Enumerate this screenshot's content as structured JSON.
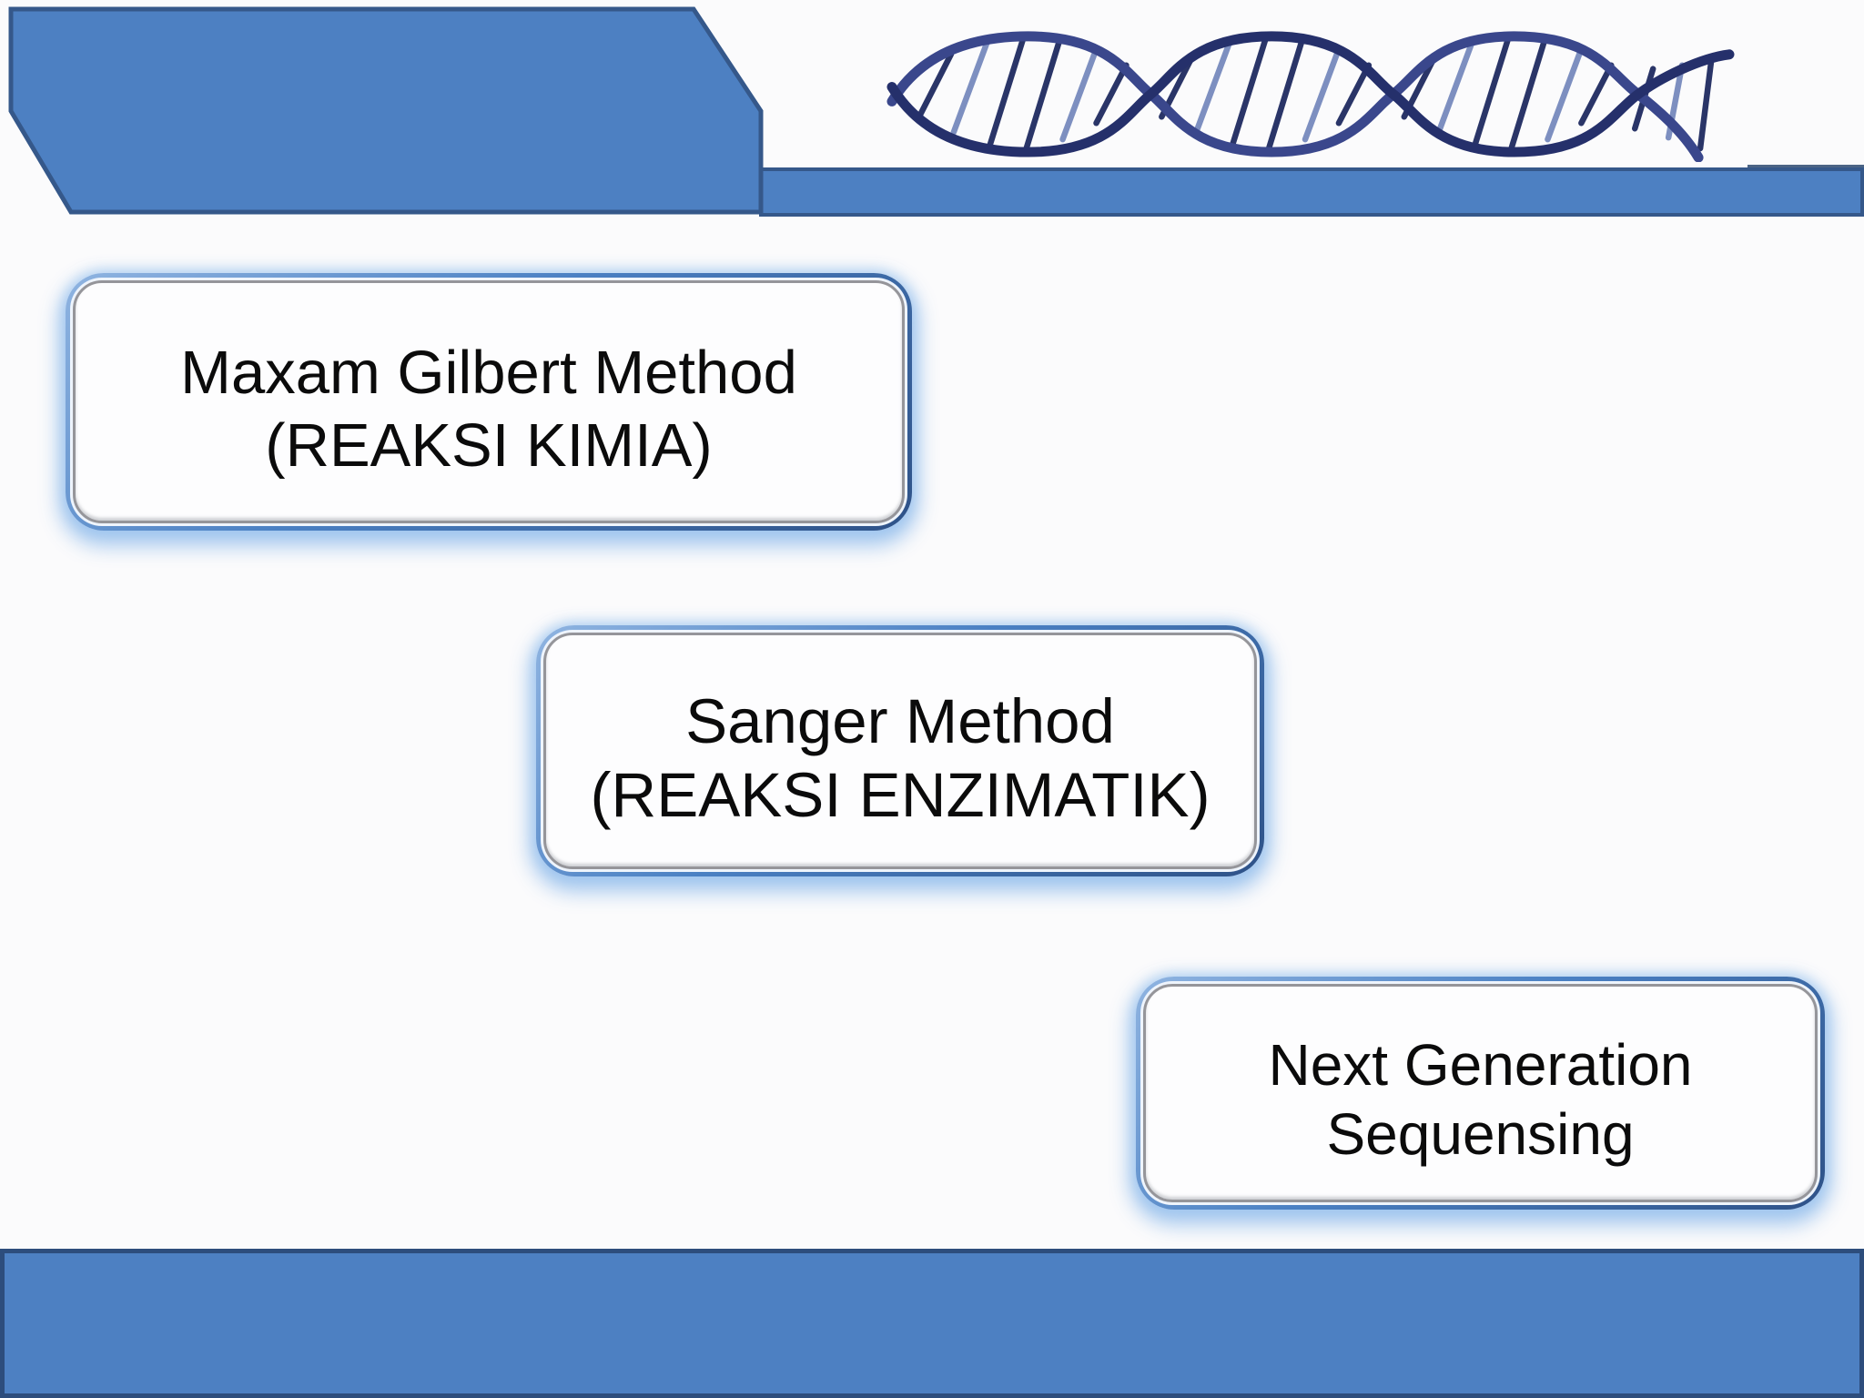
{
  "colors": {
    "background": "#fbfbfc",
    "accent-blue": "#4d80c2",
    "accent-border": "#35588a",
    "bar-step-fill": "#4c6485",
    "footer-border": "#2d4d7c",
    "box-ring-blue": "#4a80c3",
    "box-inner-border": "#95959a",
    "glow-blue": "#96bfec",
    "text-color": "#0b0b0b",
    "dna-navy": "#25306b",
    "dna-light": "#7d8fc0"
  },
  "icons": {
    "dna": "dna-helix-icon"
  },
  "boxes": [
    {
      "id": "maxam-gilbert",
      "line1": "Maxam Gilbert Method",
      "line2": "(REAKSI KIMIA)"
    },
    {
      "id": "sanger",
      "line1": "Sanger Method",
      "line2": "(REAKSI ENZIMATIK)"
    },
    {
      "id": "ngs",
      "line1": "Next Generation",
      "line2": "Sequensing"
    }
  ]
}
